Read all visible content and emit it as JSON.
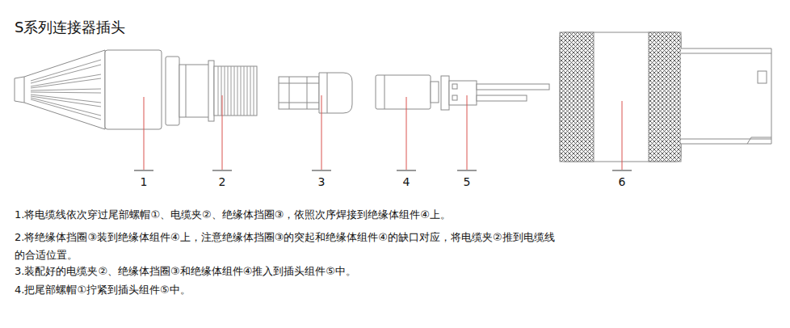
{
  "diagram": {
    "title": "S系列连接器插头",
    "labels": [
      "1",
      "2",
      "3",
      "4",
      "5",
      "6",
      "1.将电缆线依次穿过尾部螺帽①、电缆夹②、绝缘体挡圈③，依照次序焊接到绝缘体组件④上。",
      "2.将绝缘体挡圈③装到绝缘体组件④上，注意绝缘体挡圈③的突起和绝缘体组件④的缺口对应，将电缆夹②推到电缆线 的合适位置。",
      "3.装配好的电缆夹②、绝缘体挡圈③和绝缘体组件④推入到插头组件⑤中。",
      "4.把尾部螺帽①拧紧到插头组件⑤中。"
    ]
  }
}
